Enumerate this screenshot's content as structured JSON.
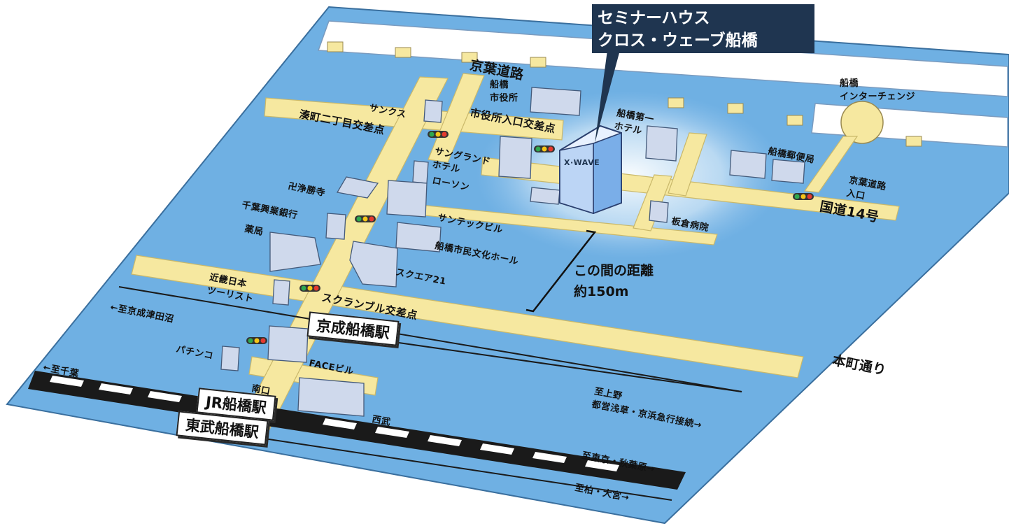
{
  "callout": {
    "line1": "セミナーハウス",
    "line2": "クロス・ウェーブ船橋"
  },
  "building_sign": "X·WAVE",
  "roads": {
    "keiyo_road": "京葉道路",
    "minatocho": "湊町二丁目交差点",
    "shiyakusho_iriguchi": "市役所入口交差点",
    "route14": "国道14号",
    "hommachi": "本町通り",
    "scramble": "スクランブル交差点",
    "keiyo_entrance": "京葉道路\n入口",
    "interchange": "船橋\nインターチェンジ"
  },
  "places": {
    "city_hall": "船橋\n市役所",
    "thanks": "サンクス",
    "sungrand": "サングランド\nホテル",
    "lawson": "ローソン",
    "manjo": "卍浄勝寺",
    "chiba_kogyo": "千葉興業銀行",
    "pharmacy": "薬局",
    "suntech": "サンテックビル",
    "bunka_hall": "船橋市民文化ホール",
    "square21": "スクエア21",
    "kinki": "近畿日本\nツーリスト",
    "pachinko": "パチンコ",
    "face": "FACEビル",
    "minamiguchi": "南口",
    "seibu": "西武",
    "daiichi_hotel": "船橋第一\nホテル",
    "post_office": "船橋郵便局",
    "itakura": "板倉病院"
  },
  "stations": {
    "keisei": "京成船橋駅",
    "jr": "JR船橋駅",
    "tobu": "東武船橋駅"
  },
  "directions": {
    "keisei_west": "←至京成津田沼",
    "jr_west": "←至千葉",
    "keisei_east": "至上野\n都営浅草・京浜急行接続→",
    "jr_east": "至東京・秋葉原→",
    "tobu_east": "至柏・大宮→"
  },
  "distance": {
    "line1": "この間の距離",
    "line2": "約150m"
  },
  "colors": {
    "water": "#6fb0e3",
    "road": "#f6e8a0",
    "road_edge": "#c9b86a",
    "building": "#cfd9ec",
    "rail_dark": "#1a1a1a"
  }
}
